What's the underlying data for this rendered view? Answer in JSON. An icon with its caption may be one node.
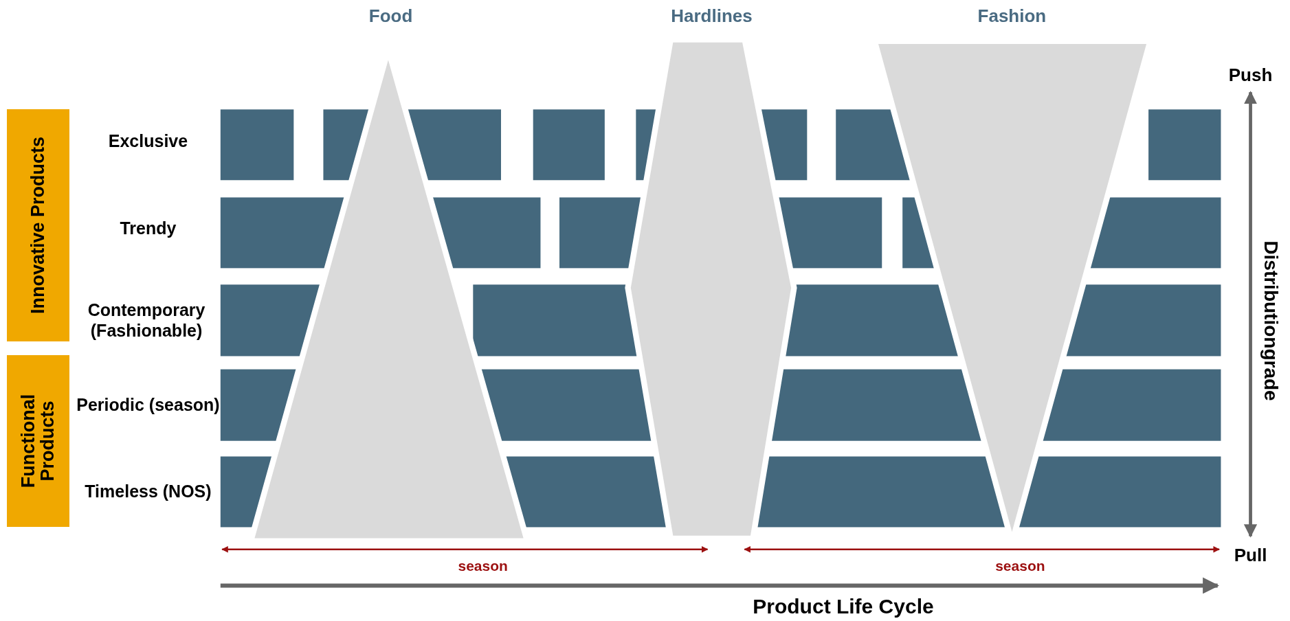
{
  "diagram": {
    "nodes": [
      {
        "text": [
          "Innovative Products"
        ]
      },
      {
        "text": [
          "Functional Products"
        ]
      },
      {
        "text": [
          "Food"
        ]
      },
      {
        "text": [
          "Hardlines"
        ]
      },
      {
        "text": [
          "Fashion"
        ]
      }
    ],
    "labels": [
      "Push",
      "Exclusive",
      "Trendy",
      "Contemporary (Fashionable)",
      "Periodic (season)",
      "Timeless (NOS)",
      "Distributiongrade",
      "Pull",
      "season",
      "season",
      "Product Life Cycle"
    ]
  }
}
